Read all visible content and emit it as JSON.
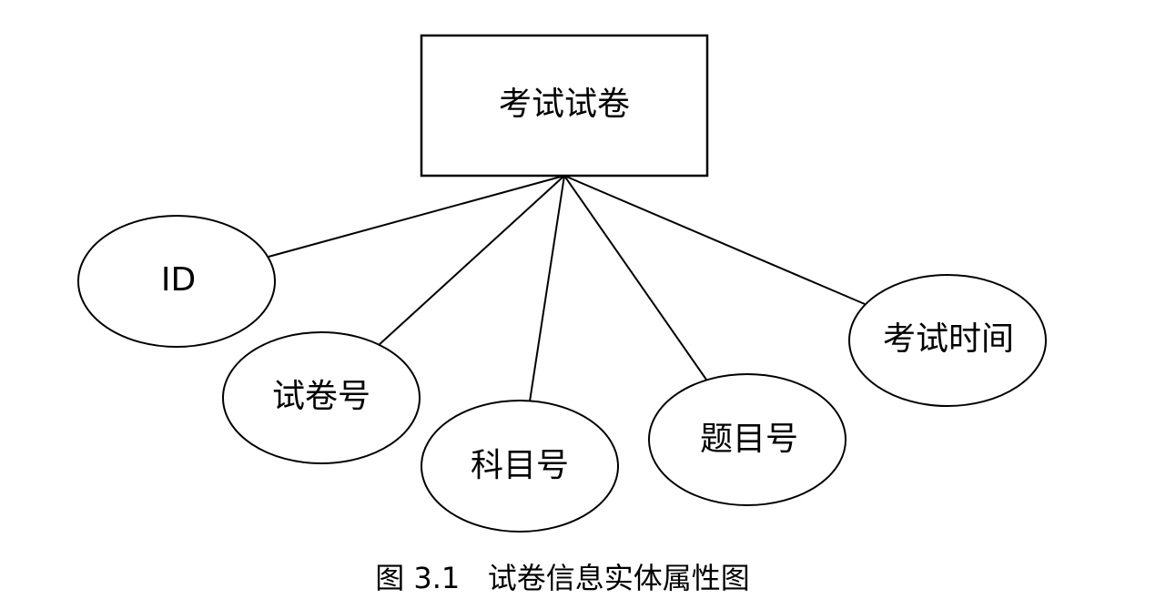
{
  "entity": {
    "label": "考试试卷"
  },
  "attributes": [
    {
      "label": "ID"
    },
    {
      "label": "试卷号"
    },
    {
      "label": "科目号"
    },
    {
      "label": "题目号"
    },
    {
      "label": "考试时间"
    }
  ],
  "caption": "图 3.1   试卷信息实体属性图",
  "colors": {
    "stroke": "#000000",
    "background": "#ffffff"
  }
}
